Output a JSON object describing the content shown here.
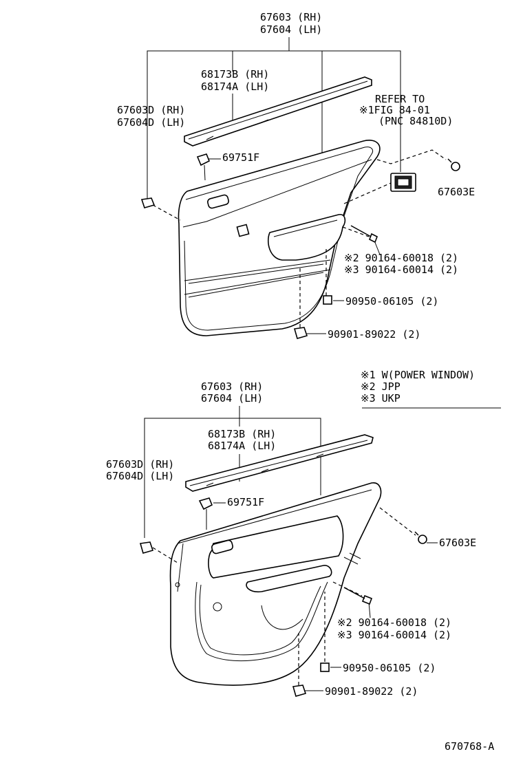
{
  "top": {
    "panel_rh": "67603 (RH)",
    "panel_lh": "67604 (LH)",
    "weather_rh": "68173B (RH)",
    "weather_lh": "68174A (LH)",
    "board_rh": "67603D (RH)",
    "board_lh": "67604D (LH)",
    "refer_1": "REFER TO",
    "refer_2": "※1FIG 84-01",
    "refer_3": "(PNC 84810D)",
    "clip": "69751F",
    "screw_e": "67603E",
    "screw_jpp": "※2 90164-60018 (2)",
    "screw_ukp": "※3 90164-60014 (2)",
    "nut": "90950-06105 (2)",
    "clip_bottom": "90901-89022 (2)"
  },
  "legend": {
    "l1": "※1 W(POWER WINDOW)",
    "l2": "※2 JPP",
    "l3": "※3 UKP"
  },
  "bottom": {
    "panel_rh": "67603 (RH)",
    "panel_lh": "67604 (LH)",
    "weather_rh": "68173B (RH)",
    "weather_lh": "68174A (LH)",
    "board_rh": "67603D (RH)",
    "board_lh": "67604D (LH)",
    "clip": "69751F",
    "screw_e": "67603E",
    "screw_jpp": "※2 90164-60018 (2)",
    "screw_ukp": "※3 90164-60014 (2)",
    "nut": "90950-06105 (2)",
    "clip_bottom": "90901-89022 (2)"
  },
  "figure_id": "670768-A"
}
